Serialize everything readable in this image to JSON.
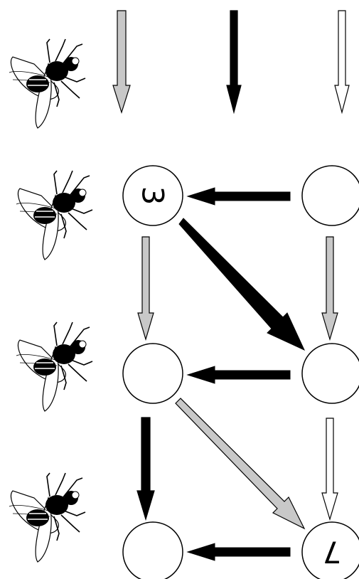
{
  "colors": {
    "black_arrow": "#000000",
    "gray_arrow": "#c8c8c8",
    "white_arrow": "#ffffff",
    "stroke": "#000000",
    "node_fill": "#ffffff"
  },
  "rows": [
    {
      "icon": "fly-icon"
    },
    {
      "icon": "fly-icon"
    },
    {
      "icon": "fly-icon"
    },
    {
      "icon": "fly-icon"
    }
  ],
  "nodes": {
    "r1_left": {
      "label": "3"
    },
    "r1_right": {
      "label": ""
    },
    "r2_left": {
      "label": ""
    },
    "r2_right": {
      "label": ""
    },
    "r3_left": {
      "label": ""
    },
    "r3_right": {
      "label": "7"
    }
  },
  "arrows": [
    {
      "name": "input-arrow-gray",
      "style": "gray"
    },
    {
      "name": "input-arrow-black",
      "style": "black"
    },
    {
      "name": "input-arrow-white",
      "style": "white"
    },
    {
      "name": "arrow-r1-right-to-left",
      "style": "black"
    },
    {
      "name": "arrow-r1-left-to-r2-left",
      "style": "gray"
    },
    {
      "name": "arrow-r1-left-to-r2-right-diagonal",
      "style": "black"
    },
    {
      "name": "arrow-r1-right-to-r2-right",
      "style": "gray"
    },
    {
      "name": "arrow-r2-right-to-left",
      "style": "black"
    },
    {
      "name": "arrow-r2-left-to-r3-left",
      "style": "black"
    },
    {
      "name": "arrow-r2-left-to-r3-right-diagonal",
      "style": "gray"
    },
    {
      "name": "arrow-r2-right-to-r3-right",
      "style": "white"
    },
    {
      "name": "arrow-r3-right-to-left",
      "style": "black"
    }
  ]
}
